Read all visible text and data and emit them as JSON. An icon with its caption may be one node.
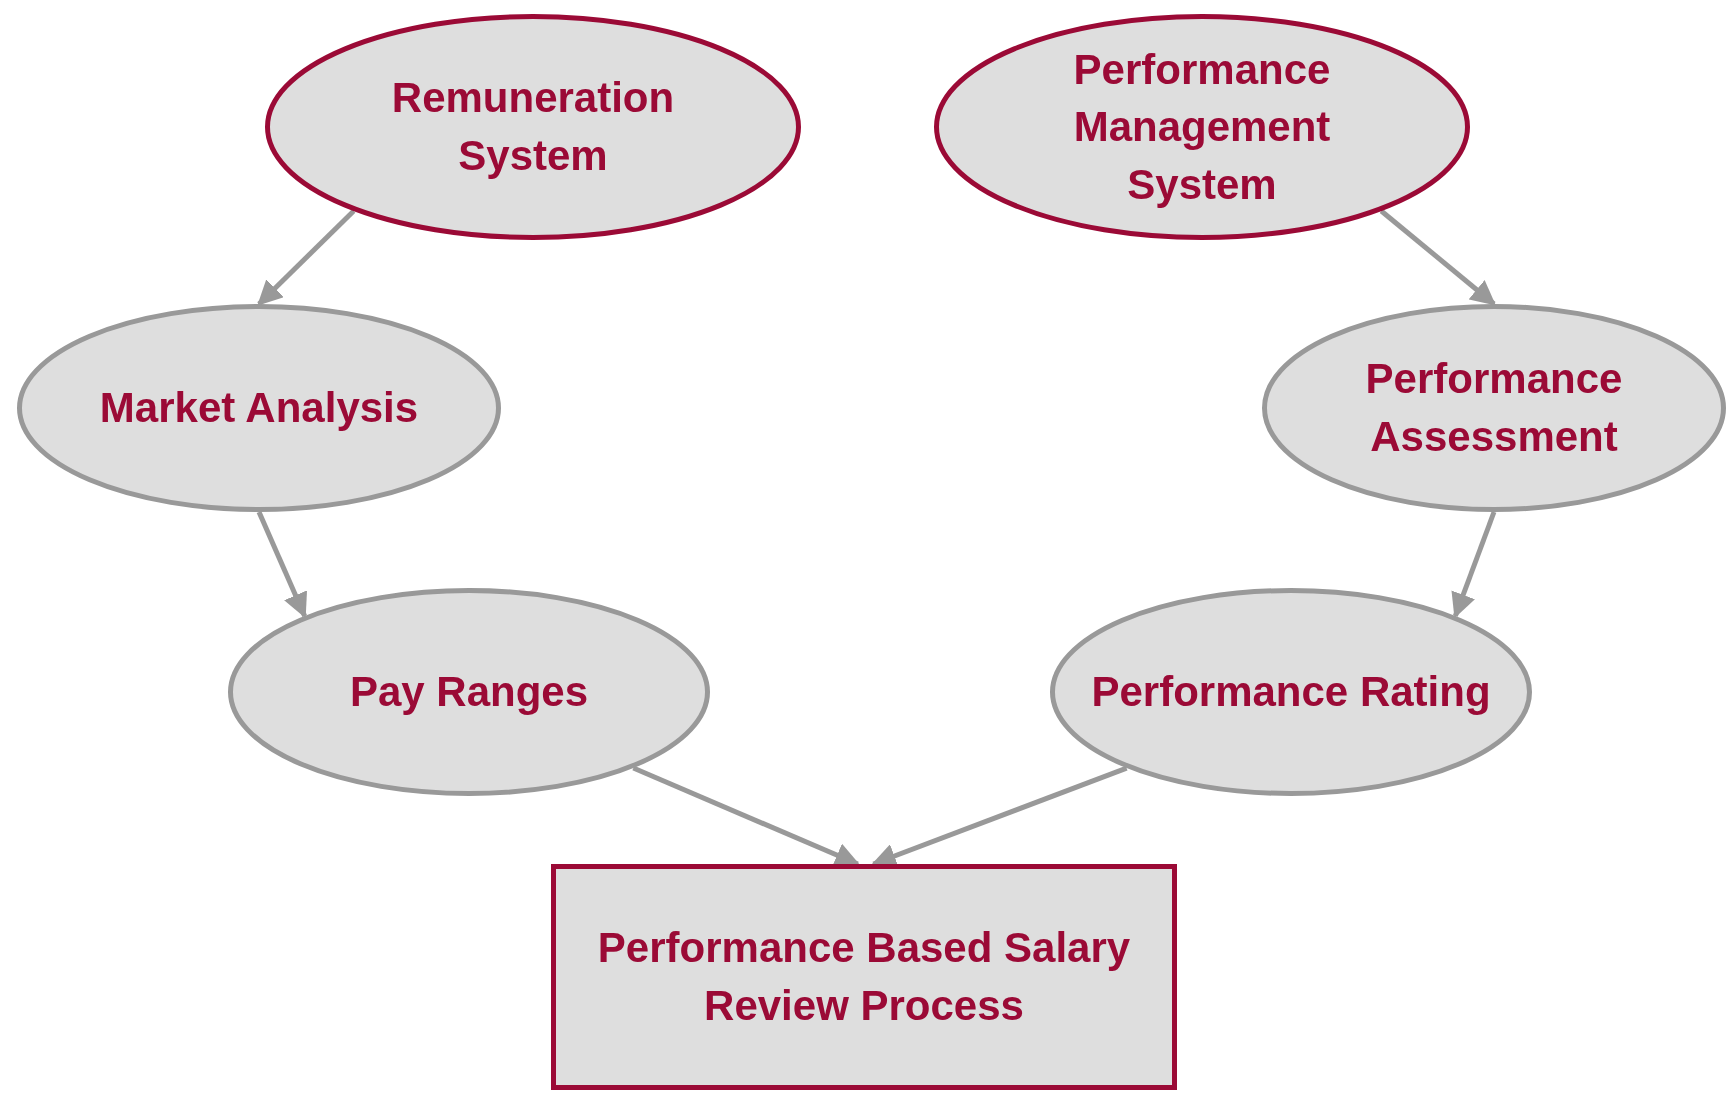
{
  "diagram": {
    "nodes": [
      {
        "text": [
          "Remuneration System"
        ]
      },
      {
        "text": [
          "Performance Management System"
        ]
      },
      {
        "text": [
          "Market Analysis"
        ]
      },
      {
        "text": [
          "Performance Assessment"
        ]
      },
      {
        "text": [
          "Pay Ranges"
        ]
      },
      {
        "text": [
          "Performance Rating"
        ]
      },
      {
        "text": [
          "Performance Based Salary Review Process"
        ]
      }
    ],
    "edges": [
      {
        "from": 0,
        "to": 2,
        "arrow": "to"
      },
      {
        "from": 1,
        "to": 3,
        "arrow": "to"
      },
      {
        "from": 2,
        "to": 4,
        "arrow": "to"
      },
      {
        "from": 3,
        "to": 5,
        "arrow": "to"
      },
      {
        "from": 4,
        "to": 6,
        "arrow": "to"
      },
      {
        "from": 5,
        "to": 6,
        "arrow": "to"
      }
    ]
  }
}
